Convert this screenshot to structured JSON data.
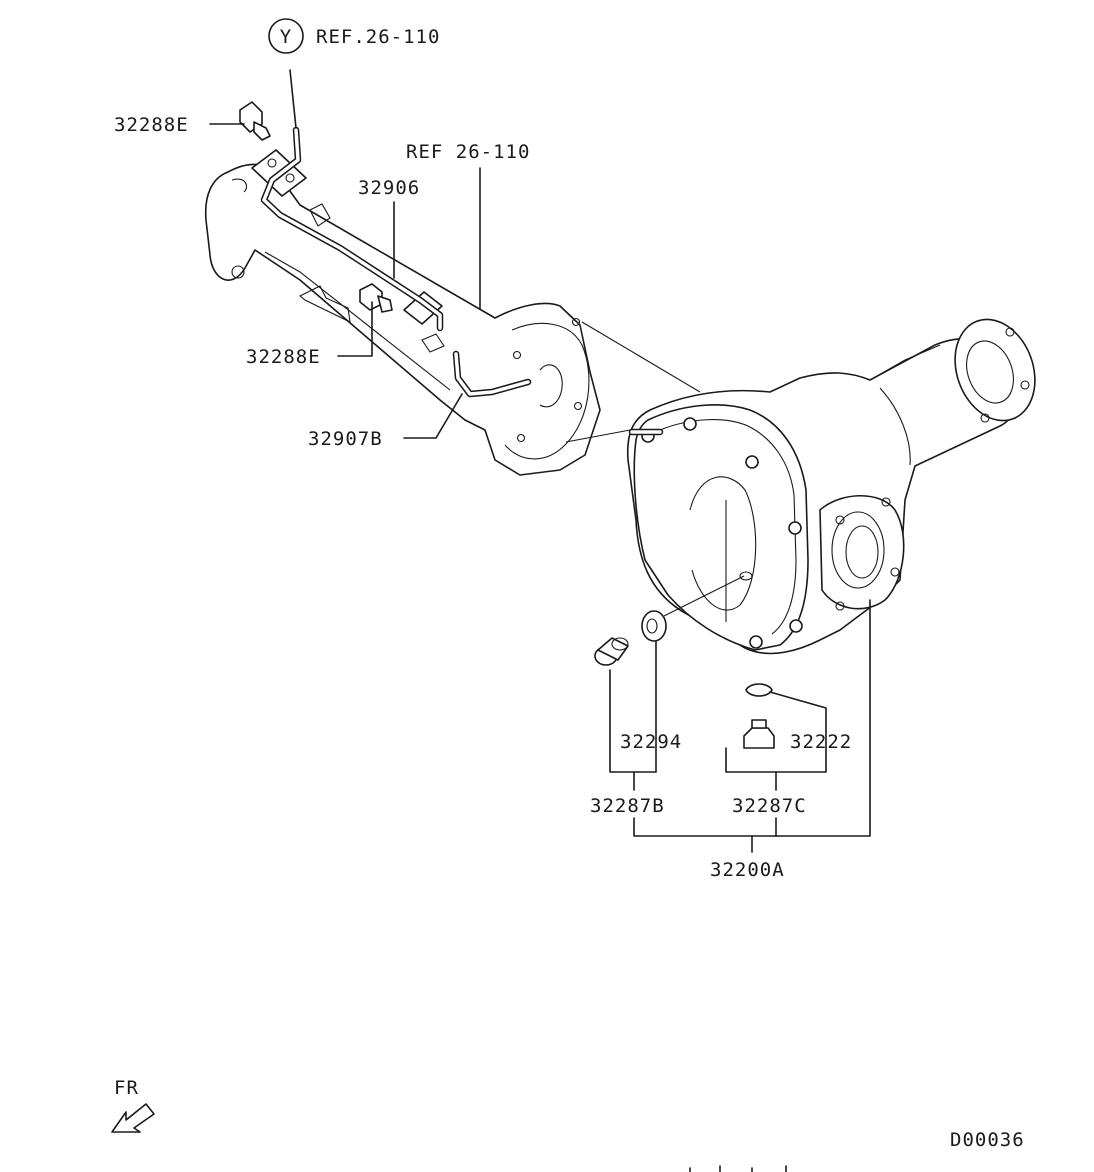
{
  "diagram": {
    "circle_callout": "Y",
    "labels": {
      "ref_top": "REF.26-110",
      "ref_mid": "REF 26-110",
      "p32288E_top": "32288E",
      "p32906": "32906",
      "p32288E_mid": "32288E",
      "p32907B": "32907B",
      "p32294": "32294",
      "p32222": "32222",
      "p32287B": "32287B",
      "p32287C": "32287C",
      "p32200A": "32200A",
      "front_marker": "FR",
      "drawing_code": "D00036"
    }
  }
}
